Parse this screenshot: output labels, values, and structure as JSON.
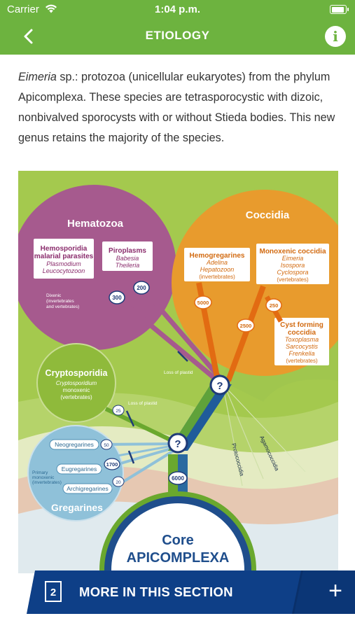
{
  "status_bar": {
    "carrier": "Carrier",
    "time": "1:04 p.m."
  },
  "header": {
    "title": "ETIOLOGY"
  },
  "body": {
    "genus": "Eimeria",
    "text": " sp.: protozoa (unicellular eukaryotes) from the phylum Apicomplexa. These species are tetrasporocystic with dizoic, nonbivalved sporocysts with or without Stieda bodies. This new genus retains the majority of the species."
  },
  "figure": {
    "hematozoa": {
      "title": "Hematozoa",
      "hemosporidia": {
        "title1": "Hemosporidia",
        "title2": "malarial parasites",
        "g1": "Plasmodium",
        "g2": "Leucocytozoon"
      },
      "piroplasms": {
        "title": "Piroplasms",
        "g1": "Babesia",
        "g2": "Theileria"
      },
      "dixenic1": "Dixenic",
      "dixenic2": "(invertebrates",
      "dixenic3": "and vertebrates)",
      "count_300": "300",
      "count_200": "200"
    },
    "coccidia": {
      "title": "Coccidia",
      "hemogregarines": {
        "title": "Hemogregarines",
        "g1": "Adelina",
        "g2": "Hepatozoon",
        "note": "(invertebrates)"
      },
      "monoxenic": {
        "title": "Monoxenic coccidia",
        "g1": "Eimeria",
        "g2": "Isospora",
        "g3": "Cyclospora",
        "note": "(vertebrates)"
      },
      "cyst": {
        "title1": "Cyst forming",
        "title2": "coccidia",
        "g1": "Toxoplasma",
        "g2": "Sarcocystis",
        "g3": "Frenkelia",
        "note": "(vertebrates)"
      },
      "count_5000": "5000",
      "count_250": "250",
      "count_2500": "2500"
    },
    "cryptosporidia": {
      "title": "Cryptosporidia",
      "g1": "Cryptosporidium",
      "note1": "monoxenic",
      "note2": "(vertebrates)",
      "count": "25"
    },
    "gregarines": {
      "title": "Gregarines",
      "neo": "Neogregarines",
      "eu": "Eugregarines",
      "archi": "Archigregarines",
      "primary1": "Primary",
      "primary2": "monoxenic",
      "primary3": "(invertebrates)",
      "count_50": "50",
      "count_1700": "1700",
      "count_20": "20"
    },
    "loss_plastid_1": "Loss of plastid",
    "loss_plastid_2": "Loss of plastid",
    "protococcidia": "Protococcidia",
    "agamococcidia": "Agamococcidia",
    "unknown": "?",
    "count_6000": "6000",
    "core1": "Core",
    "core2": "APICOMPLEXA"
  },
  "bottom_bar": {
    "page": "2",
    "label": "MORE IN THIS SECTION",
    "plus": "+"
  }
}
